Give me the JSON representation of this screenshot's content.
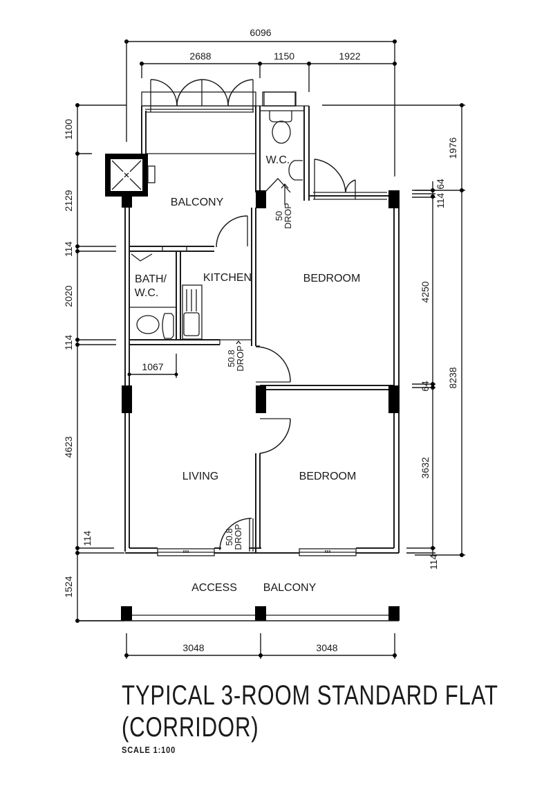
{
  "title": {
    "line1": "TYPICAL 3-ROOM STANDARD FLAT",
    "line2": "(CORRIDOR)",
    "scale": "SCALE   1:100"
  },
  "rooms": {
    "balcony": "BALCONY",
    "wc": "W.C.",
    "bath_line1": "BATH/",
    "bath_line2": "W.C.",
    "kitchen": "KITCHEN",
    "bedroom1": "BEDROOM",
    "bedroom2": "BEDROOM",
    "living": "LIVING",
    "access_1": "ACCESS",
    "access_2": "BALCONY"
  },
  "drops": {
    "wc_drop_value": "50",
    "wc_drop_label": "DROP",
    "kitchen_drop_value": "50.8",
    "kitchen_drop_label": "DROP",
    "living_drop_value": "50.8",
    "living_drop_label": "DROP"
  },
  "dimensions": {
    "top_overall": "6096",
    "top_segments": [
      "2688",
      "1150",
      "1922"
    ],
    "left_segments": [
      "1100",
      "2129",
      "114",
      "2020",
      "114",
      "4623",
      "114",
      "1524"
    ],
    "right_inner": [
      "64",
      "114",
      "4250",
      "64",
      "3632",
      "114"
    ],
    "right_outer": [
      "1976",
      "8238"
    ],
    "internal_1067": "1067",
    "bottom_segments": [
      "3048",
      "3048"
    ]
  }
}
